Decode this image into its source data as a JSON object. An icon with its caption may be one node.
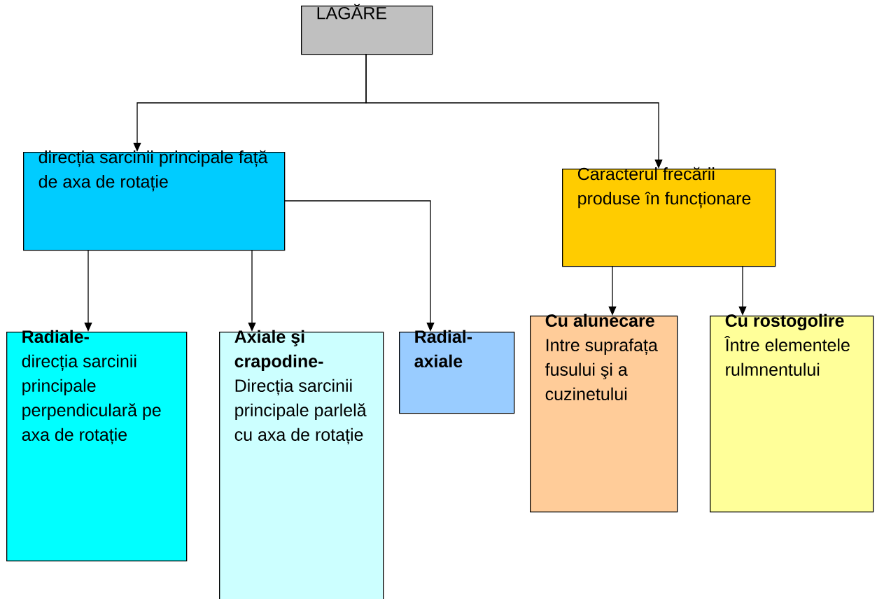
{
  "diagram": {
    "nodes": [
      {
        "text": [
          "LAGĂRE"
        ]
      },
      {
        "text": [
          "direcția sarcinii principale față de axa de rotație"
        ]
      },
      {
        "text": [
          "Caracterul frecării produse în funcționare"
        ]
      },
      {
        "text": [
          "Radiale-",
          "direcția sarcinii principale perpendiculară pe axa de rotație"
        ]
      },
      {
        "text": [
          "Axiale şi crapodine-",
          "Direcția sarcinii principale parlelă cu axa de rotație"
        ]
      },
      {
        "text": [
          "Radial-axiale"
        ]
      },
      {
        "text": [
          "Cu alunecare",
          "Intre suprafața fusului şi a cuzinetului"
        ]
      },
      {
        "text": [
          "Cu rostogolire",
          "Între elementele rulmnentului"
        ]
      }
    ],
    "edges": [
      {
        "from": 0,
        "to": 1,
        "arrow": "to"
      },
      {
        "from": 0,
        "to": 2,
        "arrow": "to"
      },
      {
        "from": 1,
        "to": 3,
        "arrow": "to"
      },
      {
        "from": 1,
        "to": 4,
        "arrow": "to"
      },
      {
        "from": 1,
        "to": 5,
        "arrow": "to"
      },
      {
        "from": 2,
        "to": 6,
        "arrow": "to"
      },
      {
        "from": 2,
        "to": 7,
        "arrow": "to"
      }
    ]
  }
}
